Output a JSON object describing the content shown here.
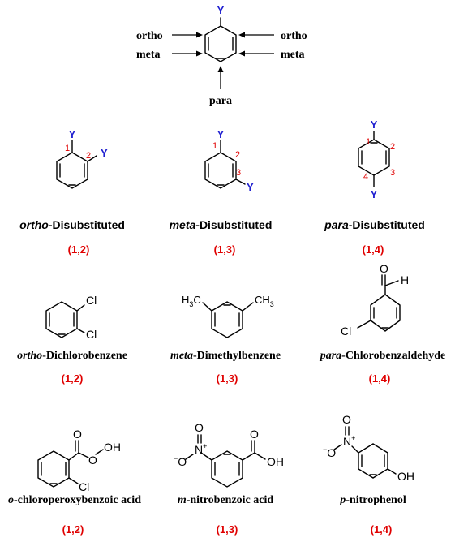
{
  "diagram": {
    "substituent_symbol": "Y",
    "positions": {
      "ortho": "ortho",
      "meta": "meta",
      "para": "para"
    },
    "ring_numbers": [
      "1",
      "2",
      "3",
      "4"
    ],
    "patterns": [
      {
        "prefix": "ortho",
        "suffix": "-Disubstituted",
        "code": "(1,2)"
      },
      {
        "prefix": "meta",
        "suffix": "-Disubstituted",
        "code": "(1,3)"
      },
      {
        "prefix": "para",
        "suffix": "-Disubstituted",
        "code": "(1,4)"
      }
    ],
    "examples_row1": [
      {
        "prefix": "ortho",
        "suffix": "-Dichlorobenzene",
        "code": "(1,2)"
      },
      {
        "prefix": "meta",
        "suffix": "-Dimethylbenzene",
        "code": "(1,3)"
      },
      {
        "prefix": "para",
        "suffix": "-Chlorobenzaldehyde",
        "code": "(1,4)"
      }
    ],
    "examples_row2": [
      {
        "prefix": "o",
        "suffix": "-chloroperoxybenzoic acid",
        "code": "(1,2)"
      },
      {
        "prefix": "m",
        "suffix": "-nitrobenzoic acid",
        "code": "(1,3)"
      },
      {
        "prefix": "p",
        "suffix": "-nitrophenol",
        "code": "(1,4)"
      }
    ],
    "atoms": {
      "cl": "Cl",
      "o": "O",
      "h": "H",
      "oh": "OH",
      "n": "N",
      "h3c_h": "H",
      "h3c_sub": "3",
      "h3c_c": "C",
      "ch3_c": "CH",
      "ch3_sub": "3",
      "plus": "+",
      "minus": "−"
    }
  }
}
